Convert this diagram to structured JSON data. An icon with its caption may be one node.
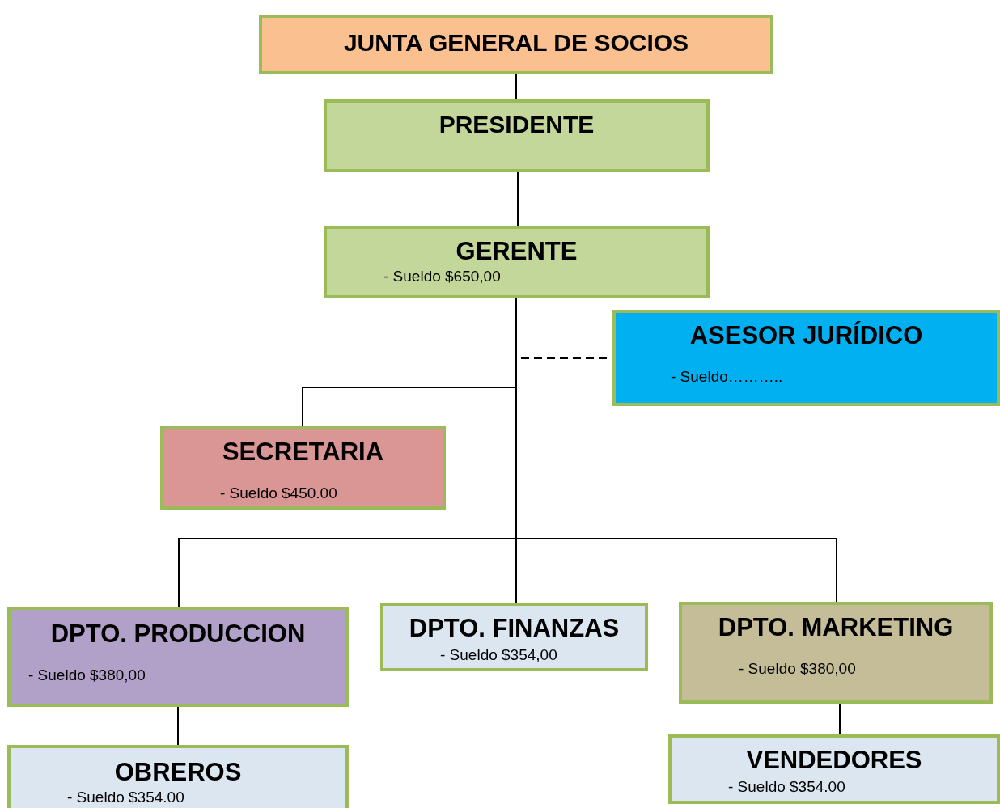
{
  "diagram": {
    "nodes": [
      {
        "text": [
          "JUNTA GENERAL DE SOCIOS"
        ]
      },
      {
        "text": [
          "PRESIDENTE"
        ]
      },
      {
        "text": [
          "GERENTE",
          "- Sueldo $650,00"
        ]
      },
      {
        "text": [
          "ASESOR JURÍDICO",
          "- Sueldo……….."
        ]
      },
      {
        "text": [
          "SECRETARIA",
          "- Sueldo $450.00"
        ]
      },
      {
        "text": [
          "DPTO. PRODUCCION",
          "- Sueldo $380,00"
        ]
      },
      {
        "text": [
          "DPTO. FINANZAS",
          "- Sueldo $354,00"
        ]
      },
      {
        "text": [
          "DPTO. MARKETING",
          "- Sueldo $380,00"
        ]
      },
      {
        "text": [
          "OBREROS",
          "- Sueldo $354.00"
        ]
      },
      {
        "text": [
          "VENDEDORES",
          "- Sueldo $354.00"
        ]
      }
    ],
    "edges": [
      {
        "from": 0,
        "to": 1,
        "arrow": "none"
      },
      {
        "from": 1,
        "to": 2,
        "arrow": "none"
      },
      {
        "from": 2,
        "to": 3,
        "arrow": "none",
        "style": "dashed"
      },
      {
        "from": 2,
        "to": 4,
        "arrow": "none"
      },
      {
        "from": 2,
        "to": 5,
        "arrow": "none"
      },
      {
        "from": 2,
        "to": 6,
        "arrow": "none"
      },
      {
        "from": 2,
        "to": 7,
        "arrow": "none"
      },
      {
        "from": 5,
        "to": 8,
        "arrow": "none"
      },
      {
        "from": 7,
        "to": 9,
        "arrow": "none"
      }
    ]
  }
}
